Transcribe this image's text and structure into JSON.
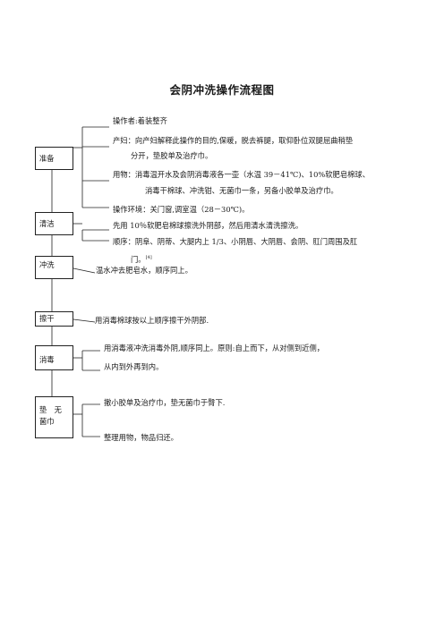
{
  "title": "会阴冲洗操作流程图",
  "steps": [
    {
      "label": "准备",
      "items": [
        "操作者:着装整齐",
        "产妇：向产妇解释此操作的目的,保暖，脱去裤腿，取仰卧位双腿屈曲稍垫",
        "分开，垫胶单及治疗巾。",
        "用物：消毒温开水及会阴消毒液各一壶（水温 39－41℃)、10%软肥皂棉球、",
        "消毒干棉球、冲洗钳、无菌巾一条，另备小胶单及治疗巾。",
        "操作环境：关门窗,调室温（28－30℃)。"
      ]
    },
    {
      "label": "清洁",
      "items": [
        "先用 10％软肥皂棉球擦洗外阴部，然后用清水清洗擦洗。",
        "顺序：阴阜、阴蒂、大腿内上 1/3、小阴唇、大阴唇、会阴、肛门周围及肛",
        "门。"
      ],
      "footnote": "[4]"
    },
    {
      "label": "冲洗",
      "items": [
        "温水冲去肥皂水，顺序同上。"
      ]
    },
    {
      "label": "擦干",
      "items": [
        "用消毒棉球按以上顺序擦干外阴部."
      ]
    },
    {
      "label": "消毒",
      "items": [
        "用消毒液冲洗消毒外阴,顺序同上。原则:自上而下，从对侧到近侧，",
        "从内到外再到内。"
      ]
    },
    {
      "label_lines": [
        "垫　无",
        "菌巾"
      ],
      "items": [
        "撤小胶单及治疗巾，垫无菌巾于臀下.",
        "整理用物，物品归还。"
      ]
    }
  ]
}
